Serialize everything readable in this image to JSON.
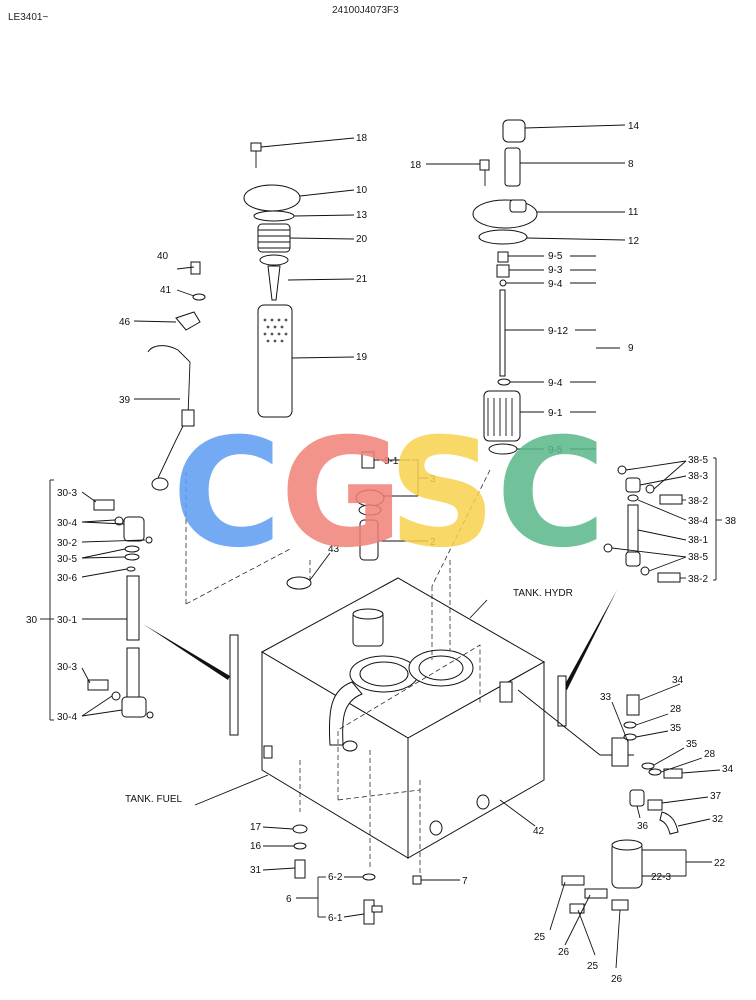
{
  "header": {
    "left_code": "LE3401~",
    "center_code": "24100J4073F3"
  },
  "watermark": {
    "letters": [
      "C",
      "G",
      "S",
      "C"
    ],
    "colors": [
      "#5b9cf2",
      "#f08277",
      "#f7d24c",
      "#59b889"
    ]
  },
  "tank_labels": {
    "fuel": "TANK. FUEL",
    "hydr": "TANK. HYDR"
  },
  "labels": {
    "l18a": "18",
    "l10": "10",
    "l13": "13",
    "l20": "20",
    "l21": "21",
    "l19": "19",
    "l40": "40",
    "l41": "41",
    "l46": "46",
    "l39": "39",
    "l14": "14",
    "l8": "8",
    "l18b": "18",
    "l11": "11",
    "l12": "12",
    "l9_5a": "9-5",
    "l9_3": "9-3",
    "l9_4a": "9-4",
    "l9_12": "9-12",
    "l9": "9",
    "l9_4b": "9-4",
    "l9_1": "9-1",
    "l9_5b": "9-5",
    "l3_1": "3-1",
    "l3": "3",
    "l2": "2",
    "l43": "43",
    "l38_5a": "38-5",
    "l38_3": "38-3",
    "l38_2a": "38-2",
    "l38_4": "38-4",
    "l38": "38",
    "l38_1": "38-1",
    "l38_5b": "38-5",
    "l38_2b": "38-2",
    "l30_3a": "30-3",
    "l30_4a": "30-4",
    "l30_2": "30-2",
    "l30_5": "30-5",
    "l30_6": "30-6",
    "l30": "30",
    "l30_1": "30-1",
    "l30_3b": "30-3",
    "l30_4b": "30-4",
    "l34a": "34",
    "l28a": "28",
    "l33": "33",
    "l35a": "35",
    "l35b": "35",
    "l28b": "28",
    "l34b": "34",
    "l37": "37",
    "l36": "36",
    "l32": "32",
    "l22": "22",
    "l22_3": "22-3",
    "l42": "42",
    "l17": "17",
    "l16": "16",
    "l31": "31",
    "l6_2": "6-2",
    "l6": "6",
    "l6_1": "6-1",
    "l7": "7",
    "l25a": "25",
    "l26a": "26",
    "l25b": "25",
    "l26b": "26"
  }
}
